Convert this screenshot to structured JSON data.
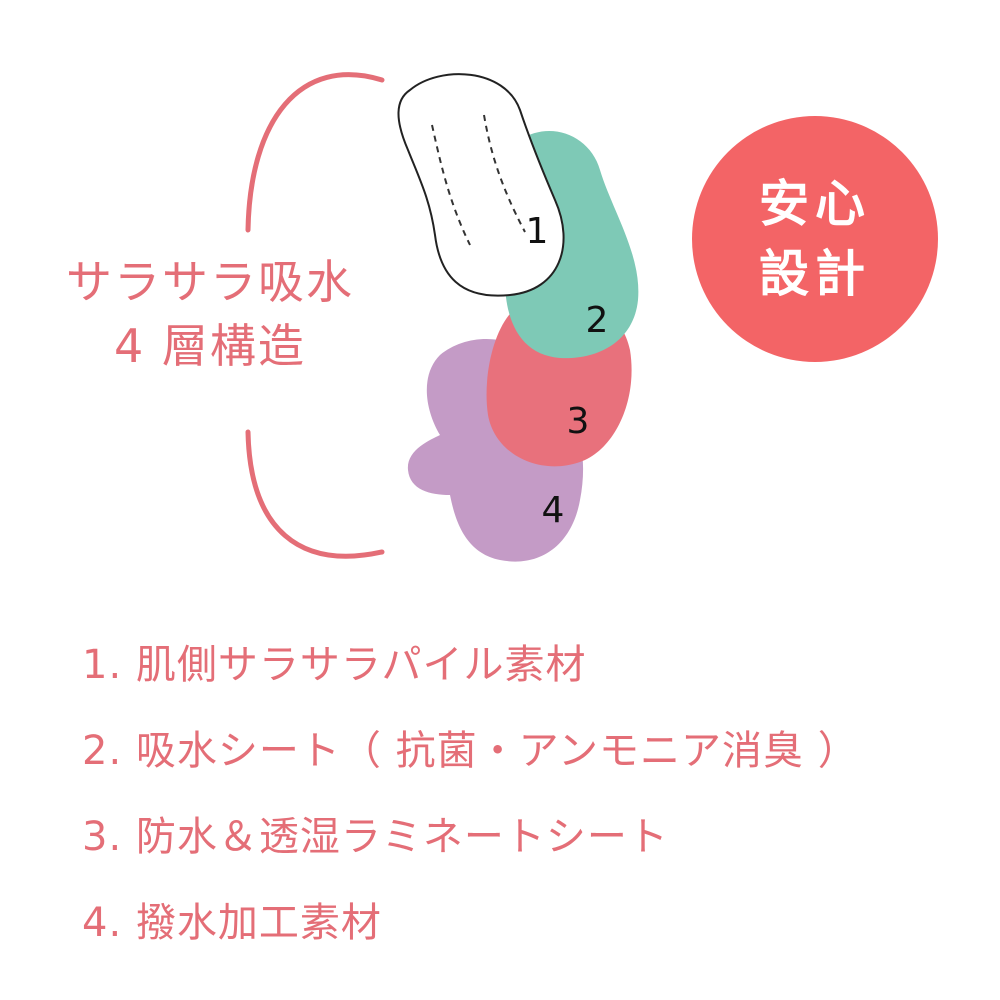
{
  "heading": {
    "line1": "サラサラ吸水",
    "line2": "4 層構造"
  },
  "badge": {
    "line1": "安心",
    "line2": "設計"
  },
  "layers": [
    {
      "number": "1",
      "color": "#ffffff"
    },
    {
      "number": "2",
      "color": "#7ec9b6"
    },
    {
      "number": "3",
      "color": "#e8717c"
    },
    {
      "number": "4",
      "color": "#c49bc6"
    }
  ],
  "colors": {
    "accent": "#e46e77",
    "badge": "#f36466"
  },
  "list": [
    "1. 肌側サラサラパイル素材",
    "2. 吸水シート（ 抗菌・アンモニア消臭 ）",
    "3. 防水＆透湿ラミネートシート",
    "4. 撥水加工素材"
  ]
}
